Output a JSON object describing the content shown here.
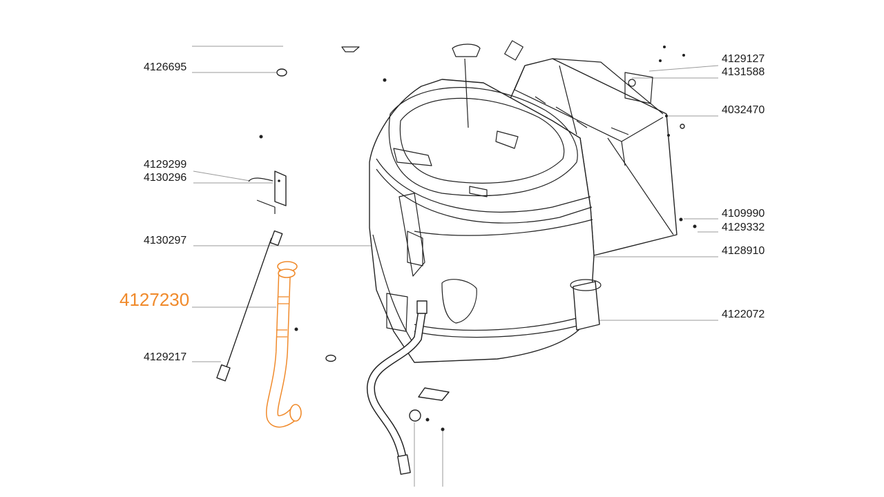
{
  "highlight_color": "#f08a2b",
  "labels": {
    "p4126695": "4126695",
    "p4129299": "4129299",
    "p4130296": "4130296",
    "p4130297": "4130297",
    "p4127230": "4127230",
    "p4129217": "4129217",
    "p4129127": "4129127",
    "p4131588": "4131588",
    "p4032470": "4032470",
    "p4109990": "4109990",
    "p4129332": "4129332",
    "p4128910": "4128910",
    "p4122072": "4122072"
  }
}
